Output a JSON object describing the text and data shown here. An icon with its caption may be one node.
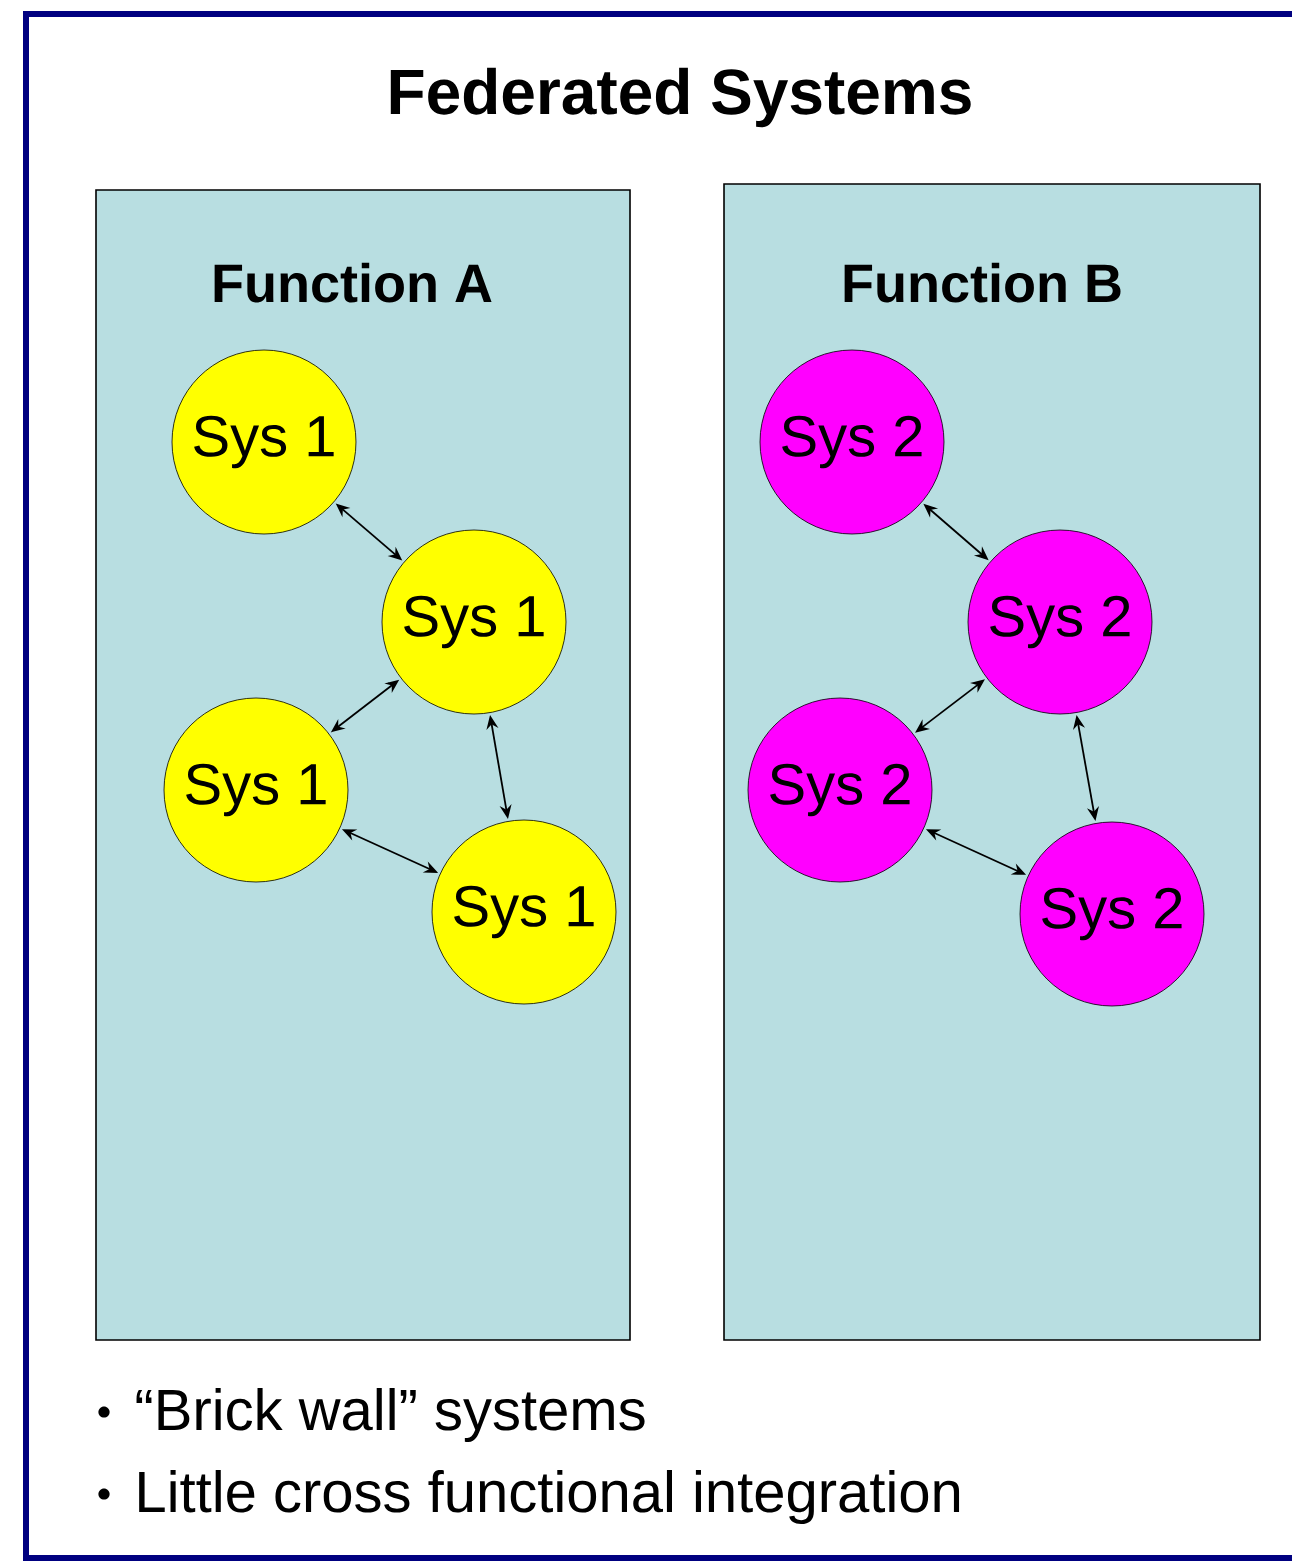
{
  "diagram": {
    "title": "Federated Systems",
    "nodes": [
      {
        "text": [
          "Function A"
        ]
      },
      {
        "text": [
          "Sys 1"
        ],
        "in": 0
      },
      {
        "text": [
          "Sys 1"
        ],
        "in": 0
      },
      {
        "text": [
          "Sys 1"
        ],
        "in": 0
      },
      {
        "text": [
          "Sys 1"
        ],
        "in": 0
      },
      {
        "text": [
          "Function B"
        ]
      },
      {
        "text": [
          "Sys 2"
        ],
        "in": 5
      },
      {
        "text": [
          "Sys 2"
        ],
        "in": 5
      },
      {
        "text": [
          "Sys 2"
        ],
        "in": 5
      },
      {
        "text": [
          "Sys 2"
        ],
        "in": 5
      }
    ],
    "edges": [
      {
        "from": 1,
        "to": 2,
        "arrow": "both"
      },
      {
        "from": 2,
        "to": 3,
        "arrow": "both"
      },
      {
        "from": 2,
        "to": 4,
        "arrow": "both"
      },
      {
        "from": 3,
        "to": 4,
        "arrow": "both"
      },
      {
        "from": 6,
        "to": 7,
        "arrow": "both"
      },
      {
        "from": 7,
        "to": 8,
        "arrow": "both"
      },
      {
        "from": 7,
        "to": 9,
        "arrow": "both"
      },
      {
        "from": 8,
        "to": 9,
        "arrow": "both"
      }
    ],
    "labels": [
      "“Brick wall” systems",
      "Little cross functional integration"
    ]
  }
}
